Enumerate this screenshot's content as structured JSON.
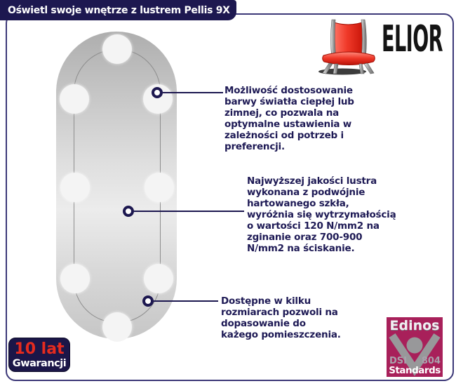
{
  "header": {
    "banner_title": "Oświetl swoje wnętrze z lustrem Pellis 9X"
  },
  "brand": {
    "name": "ELIOR",
    "icon": "red-chair-icon"
  },
  "mirror": {
    "description": "oval-led-mirror-illustration",
    "visible_led_count": 8
  },
  "callouts": [
    {
      "text": "Możliwość dostosowanie\nbarwy światła ciepłej lub\nzimnej, co pozwala na\noptymalne ustawienia w\nzależności od potrzeb i\npreferencji."
    },
    {
      "text": "Najwyższej jakości lustra\nwykonana z podwójnie\nhartowanego szkła,\nwyróżnia się wytrzymałością\no wartości 120 N/mm2 na\nzginanie oraz 700-900\nN/mm2 na ściskanie."
    },
    {
      "text": "Dostępne w kilku\nrozmiarach pozwoli na\ndopasowanie do\nkażego pomieszczenia."
    }
  ],
  "warranty_badge": {
    "line1": "10 lat",
    "line2": "Gwarancji"
  },
  "edinos_badge": {
    "brand": "Edinos",
    "left_code": "DSI",
    "right_code": "804",
    "bottom_label": "Standards"
  },
  "colors": {
    "banner_bg": "#1d1850",
    "frame_border": "#3c3878",
    "body_text": "#1e1a55",
    "warranty_red": "#e62b1e",
    "edinos_bg": "#a8205a",
    "edinos_gray": "#98989a",
    "chair_red": "#e8241c"
  }
}
